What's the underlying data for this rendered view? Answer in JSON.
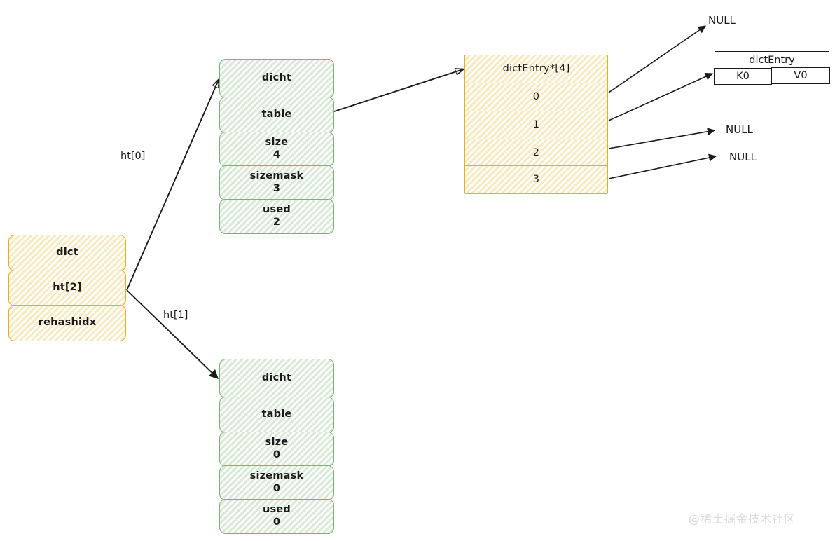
{
  "diagram": {
    "title": "Redis dict / dictht / dictEntry structure",
    "colors": {
      "green_border": "#7cb27a",
      "green_fill": "#eaf4e7",
      "gold_border": "#e3b01f",
      "gold_fill": "#fdf3dc",
      "line": "#1b1b1b",
      "watermark": "#d9d9d9"
    }
  },
  "dict_struct": {
    "rows": [
      {
        "name": "dict"
      },
      {
        "name": "ht[2]"
      },
      {
        "name": "rehashidx"
      }
    ]
  },
  "ht0_struct": {
    "rows": [
      {
        "name": "dicht",
        "value": ""
      },
      {
        "name": "table",
        "value": ""
      },
      {
        "name": "size",
        "value": "4"
      },
      {
        "name": "sizemask",
        "value": "3"
      },
      {
        "name": "used",
        "value": "2"
      }
    ]
  },
  "ht1_struct": {
    "rows": [
      {
        "name": "dicht",
        "value": ""
      },
      {
        "name": "table",
        "value": ""
      },
      {
        "name": "size",
        "value": "0"
      },
      {
        "name": "sizemask",
        "value": "0"
      },
      {
        "name": "used",
        "value": "0"
      }
    ]
  },
  "bucket_array": {
    "header": "dictEntry*[4]",
    "slots": [
      "0",
      "1",
      "2",
      "3"
    ]
  },
  "dict_entry": {
    "header": "dictEntry",
    "key": "K0",
    "value": "V0"
  },
  "edge_labels": {
    "ht0": "ht[0]",
    "ht1": "ht[1]"
  },
  "null_labels": {
    "slot0": "NULL",
    "slot2": "NULL",
    "slot3": "NULL"
  },
  "watermark": {
    "text": "@稀土掘金技术社区"
  }
}
